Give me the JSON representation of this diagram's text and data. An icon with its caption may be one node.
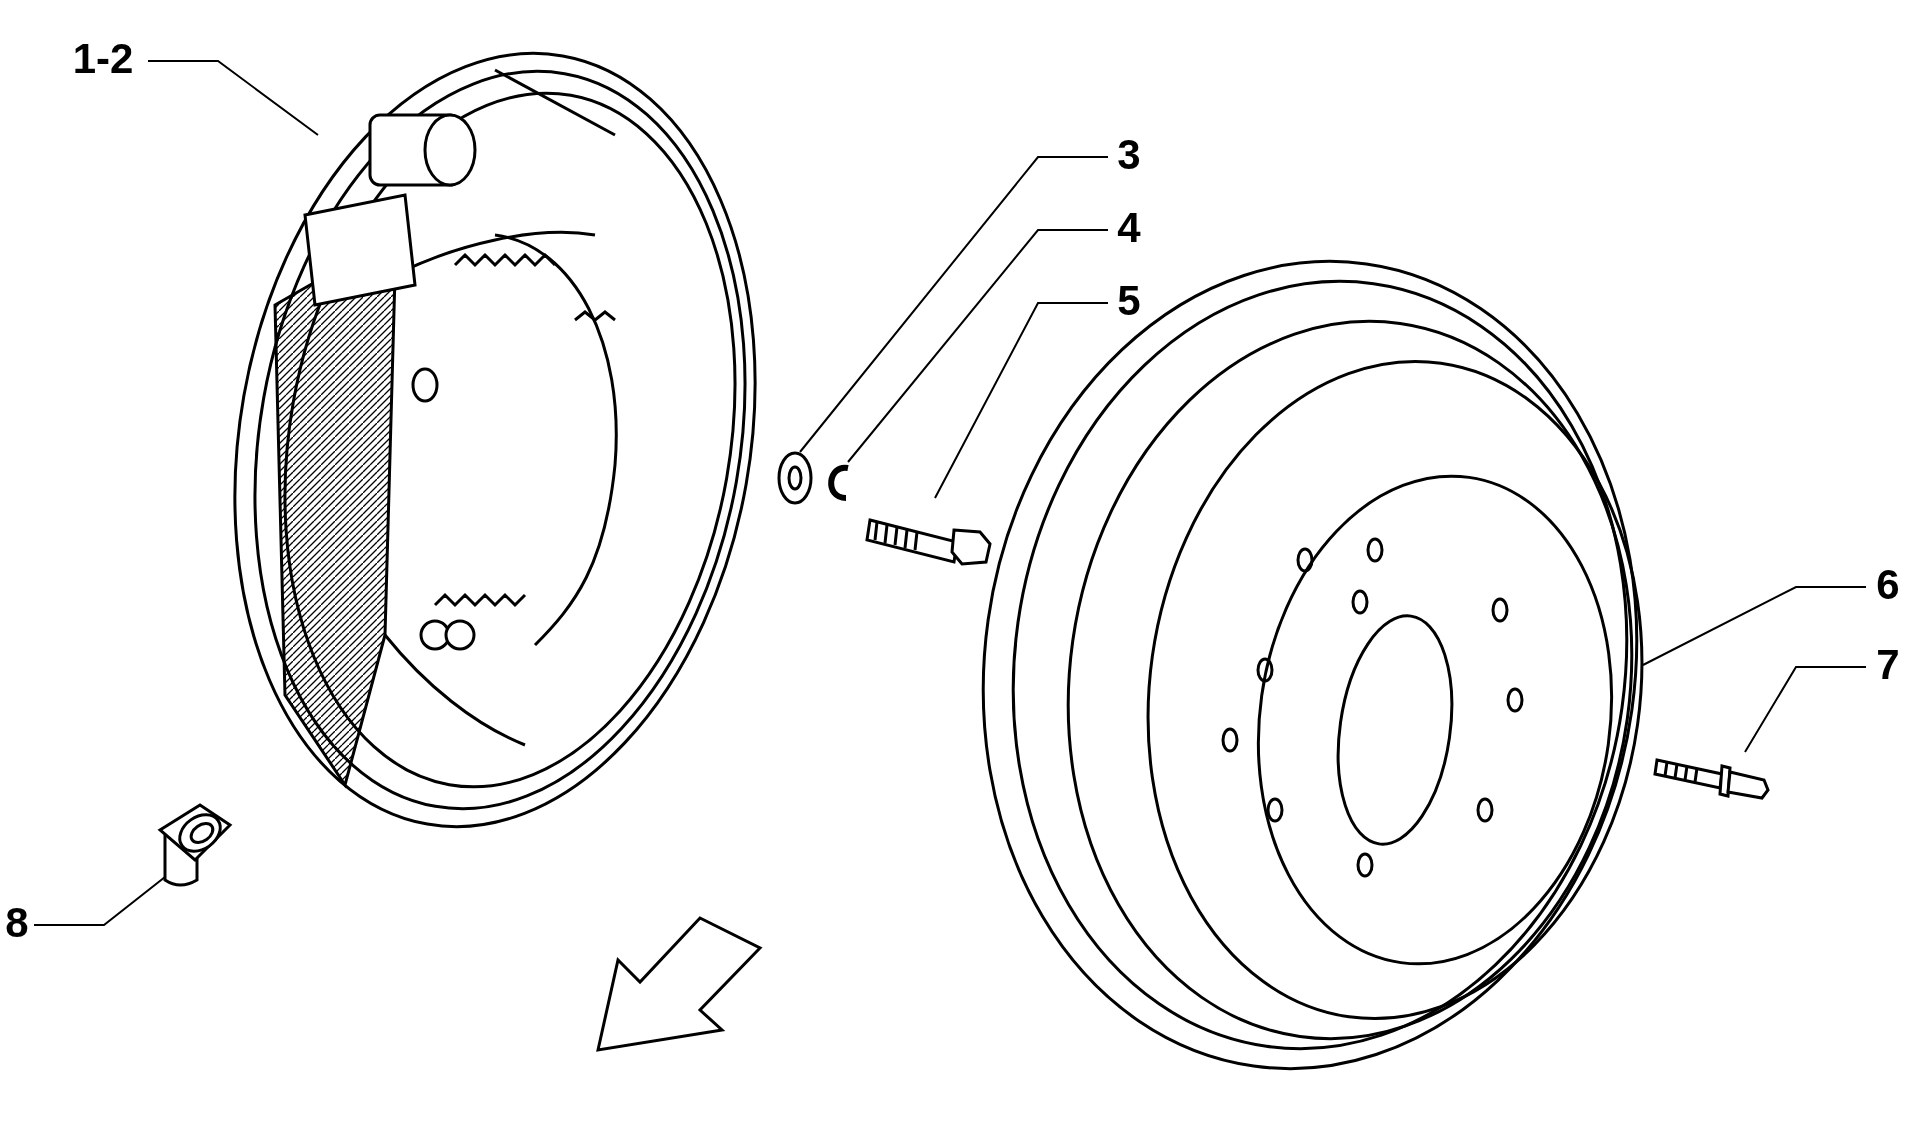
{
  "diagram": {
    "nodes": [
      {
        "text": [
          "1-2"
        ]
      },
      {
        "text": [
          "3"
        ]
      },
      {
        "text": [
          "4"
        ]
      },
      {
        "text": [
          "5"
        ]
      },
      {
        "text": [
          "6"
        ]
      },
      {
        "text": [
          "7"
        ]
      },
      {
        "text": [
          "8"
        ]
      },
      {
        "text": [],
        "shape": "picture"
      },
      {
        "text": [],
        "shape": "picture"
      },
      {
        "text": [],
        "shape": "picture"
      },
      {
        "text": [],
        "shape": "picture"
      },
      {
        "text": [],
        "shape": "picture"
      },
      {
        "text": [],
        "shape": "picture"
      },
      {
        "text": [],
        "shape": "picture"
      }
    ],
    "edges": [
      {
        "from": 0,
        "to": 7,
        "arrow": "none"
      },
      {
        "from": 1,
        "to": 8,
        "arrow": "none"
      },
      {
        "from": 2,
        "to": 9,
        "arrow": "none"
      },
      {
        "from": 3,
        "to": 10,
        "arrow": "none"
      },
      {
        "from": 4,
        "to": 11,
        "arrow": "none"
      },
      {
        "from": 5,
        "to": 12,
        "arrow": "none"
      },
      {
        "from": 6,
        "to": 13,
        "arrow": "none"
      }
    ]
  }
}
